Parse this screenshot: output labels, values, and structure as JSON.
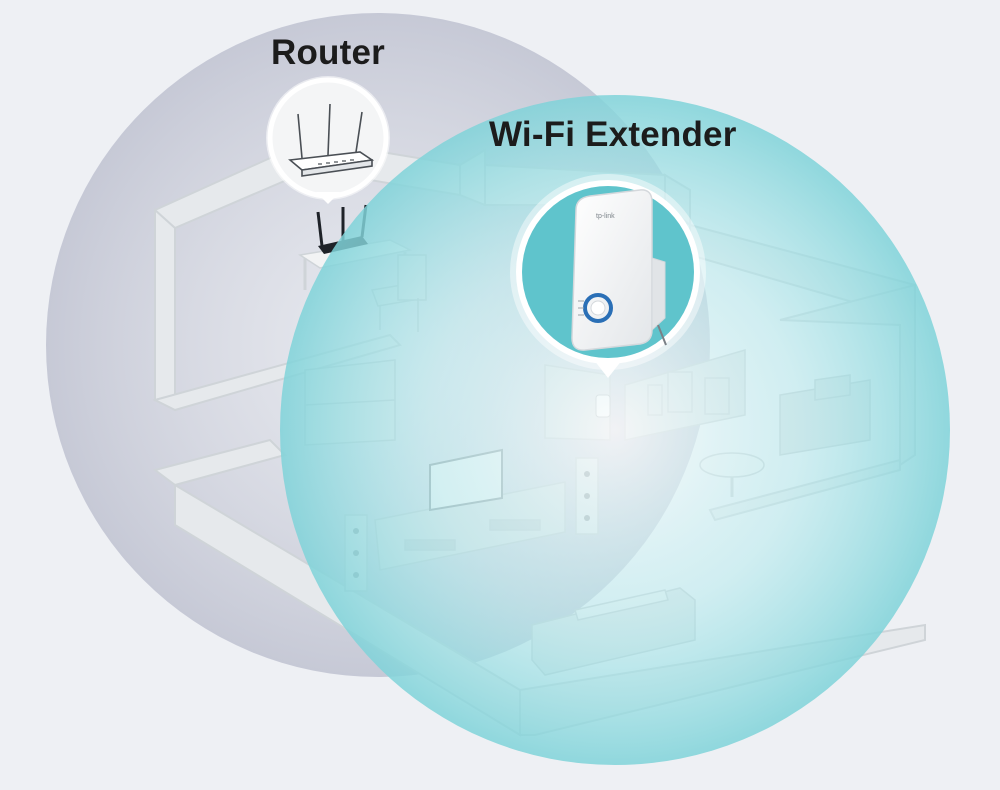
{
  "labels": {
    "router": "Router",
    "extender": "Wi-Fi Extender"
  },
  "devices": {
    "router": {
      "icon": "router-icon",
      "antennas": 3
    },
    "extender": {
      "icon": "wifi-extender-icon",
      "brand_mark": "tp-link"
    }
  },
  "coverage": {
    "router_color": "#c9cad8",
    "extender_color": "#8fd9dd"
  },
  "colors": {
    "background": "#eef0f4",
    "walls": "#e4e7ea",
    "wall_edge": "#cfd4d8",
    "text": "#1c1c1c",
    "extender_ring": "#2a6fb6"
  }
}
